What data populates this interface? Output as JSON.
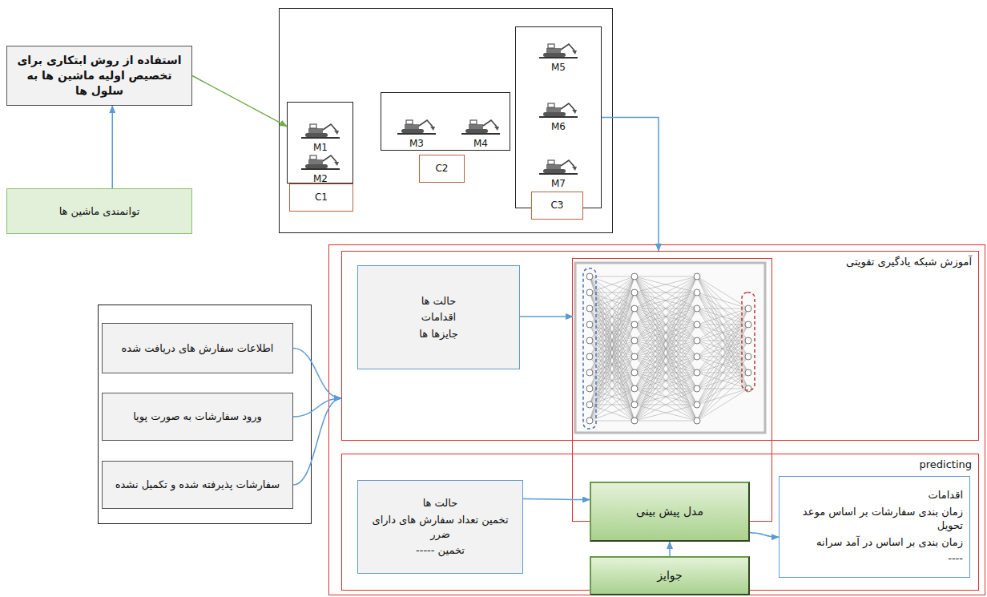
{
  "diagram": {
    "nodes": [
      {
        "text": [
          "استفاده از روش ابتکاری برای تخصیص اولیه ماشین ها به سلول ها"
        ]
      },
      {
        "text": [
          "توانمندی ماشین ها"
        ]
      },
      {
        "text": [
          "M1",
          "M2"
        ]
      },
      {
        "text": [
          "C1"
        ]
      },
      {
        "text": [
          "M3",
          "M4"
        ]
      },
      {
        "text": [
          "C2"
        ]
      },
      {
        "text": [
          "M5",
          "M6",
          "M7"
        ]
      },
      {
        "text": [
          "C3"
        ],
        "in": 6
      },
      {
        "text": [
          "اطلاعات سفارش های دریافت شده"
        ]
      },
      {
        "text": [
          "ورود سفارشات به صورت پویا"
        ]
      },
      {
        "text": [
          "سفارشات پذیرفته شده و تکمیل نشده"
        ]
      },
      {
        "text": [
          "آموزش شبکه یادگیری تقویتی"
        ]
      },
      {
        "text": [
          "حالت ها",
          "اقدامات",
          "جایزها ها"
        ],
        "in": 11
      },
      {
        "text": [
          "predicting"
        ]
      },
      {
        "text": [
          "حالت ها",
          "تخمین تعداد سفارش های دارای ضرر",
          "تخمین -----"
        ],
        "in": 13
      },
      {
        "text": [
          "مدل پیش بینی"
        ],
        "in": 13
      },
      {
        "text": [
          "جوایز"
        ],
        "in": 13
      },
      {
        "text": [
          "اقدامات",
          "زمان بندی سفارشات بر اساس موعد تحویل",
          "زمان بندی بر اساس در آمد سرانه",
          "----"
        ],
        "in": 13
      }
    ],
    "edges": [
      {
        "from": 1,
        "to": 0,
        "arrow": "to"
      },
      {
        "from": 0,
        "to": 2,
        "arrow": "to"
      },
      {
        "from": 6,
        "to": 11,
        "arrow": "to"
      },
      {
        "from": 8,
        "to": 11,
        "arrow": "to"
      },
      {
        "from": 9,
        "to": 11,
        "arrow": "to"
      },
      {
        "from": 10,
        "to": 11,
        "arrow": "to"
      },
      {
        "from": 14,
        "to": 15,
        "arrow": "to"
      },
      {
        "from": 15,
        "to": 17,
        "arrow": "to"
      },
      {
        "from": 16,
        "to": 15,
        "arrow": "to"
      }
    ]
  }
}
